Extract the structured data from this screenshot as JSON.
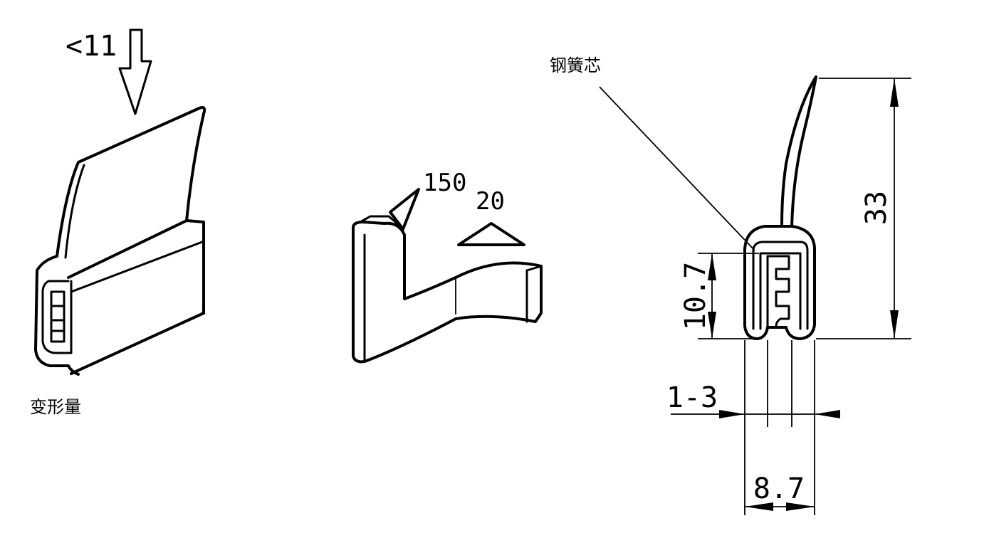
{
  "labels": {
    "deformation": "变形量",
    "steel_core": "钢簧芯",
    "force_limit": "<11",
    "angle_150": "150",
    "angle_20": "20"
  },
  "dimensions": {
    "total_height": "33",
    "base_height": "10.7",
    "gap": "1-3",
    "width": "8.7"
  }
}
